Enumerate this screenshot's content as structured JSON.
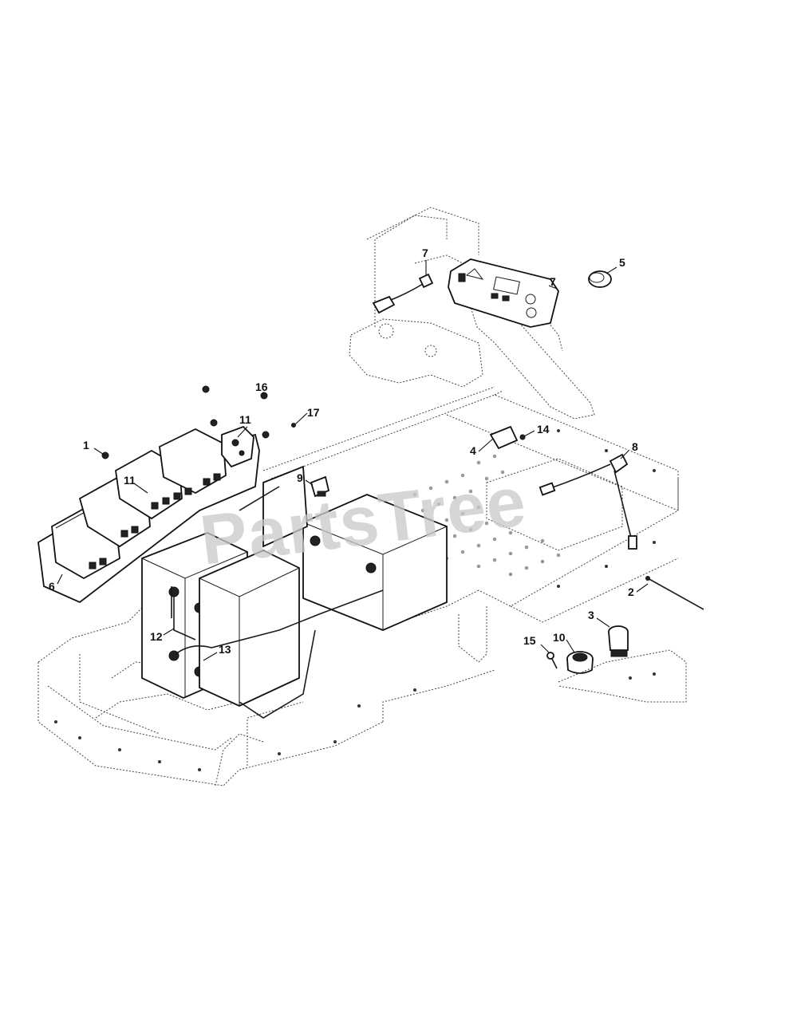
{
  "watermark": "PartsTree",
  "callouts": [
    {
      "id": "c1",
      "label": "1"
    },
    {
      "id": "c2",
      "label": "2"
    },
    {
      "id": "c3",
      "label": "3"
    },
    {
      "id": "c4",
      "label": "4"
    },
    {
      "id": "c5",
      "label": "5"
    },
    {
      "id": "c6",
      "label": "6"
    },
    {
      "id": "c7a",
      "label": "7"
    },
    {
      "id": "c7b",
      "label": "7"
    },
    {
      "id": "c8",
      "label": "8"
    },
    {
      "id": "c9",
      "label": "9"
    },
    {
      "id": "c10",
      "label": "10"
    },
    {
      "id": "c11a",
      "label": "11"
    },
    {
      "id": "c11b",
      "label": "11"
    },
    {
      "id": "c12",
      "label": "12"
    },
    {
      "id": "c13",
      "label": "13"
    },
    {
      "id": "c14",
      "label": "14"
    },
    {
      "id": "c15",
      "label": "15"
    },
    {
      "id": "c16",
      "label": "16"
    },
    {
      "id": "c17",
      "label": "17"
    }
  ]
}
